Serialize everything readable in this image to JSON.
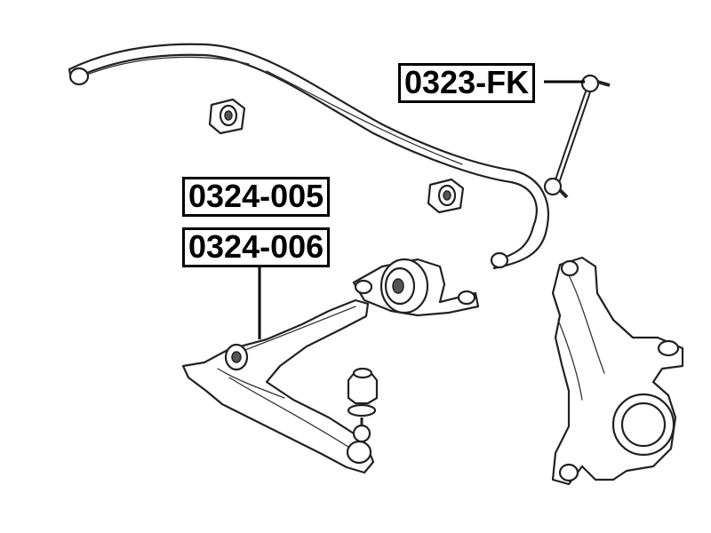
{
  "labels": {
    "stabilizer_link": "0323-FK",
    "lower_arm_left": "0324-005",
    "lower_arm_right": "0324-006"
  }
}
